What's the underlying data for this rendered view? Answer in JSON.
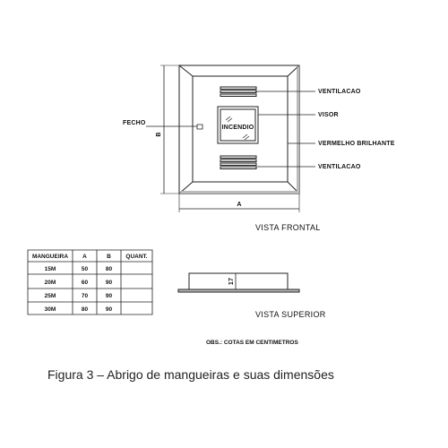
{
  "labels": {
    "ventilacao_top": "VENTILACAO",
    "visor": "VISOR",
    "vermelho": "VERMELHO BRILHANTE",
    "ventilacao_bottom": "VENTILACAO",
    "fecho": "FECHO",
    "incendio": "INCENDIO",
    "dim_a": "A",
    "dim_b": "B",
    "dim_17": "17"
  },
  "views": {
    "frontal": "VISTA FRONTAL",
    "superior": "VISTA SUPERIOR"
  },
  "table": {
    "headers": [
      "MANGUEIRA",
      "A",
      "B",
      "QUANT."
    ],
    "rows": [
      [
        "15M",
        "50",
        "80",
        ""
      ],
      [
        "20M",
        "60",
        "90",
        ""
      ],
      [
        "25M",
        "70",
        "90",
        ""
      ],
      [
        "30M",
        "80",
        "90",
        ""
      ]
    ]
  },
  "obs": "OBS.: COTAS EM CENTIMETROS",
  "caption": "Figura 3 – Abrigo de mangueiras e suas dimensões"
}
